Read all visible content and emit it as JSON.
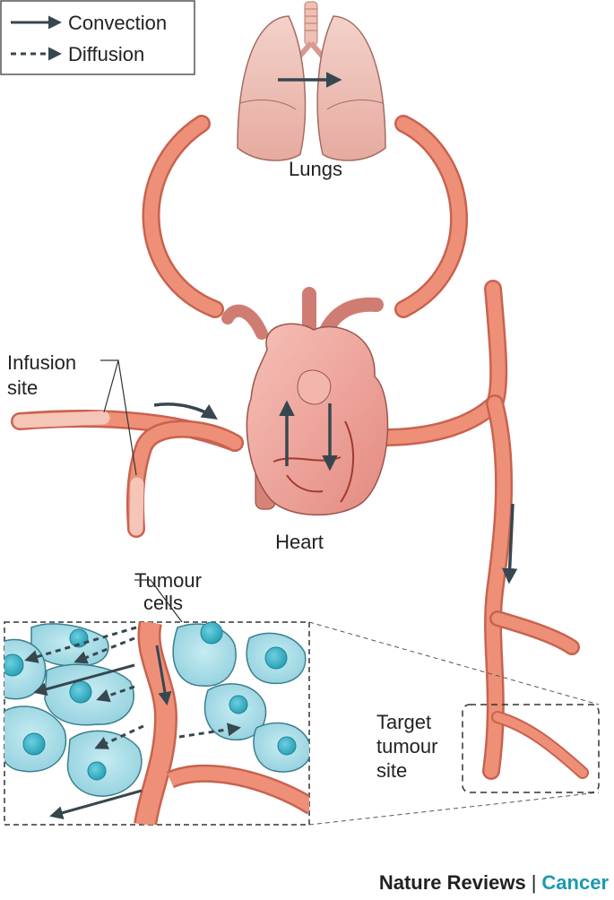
{
  "legend": {
    "convection_label": "Convection",
    "diffusion_label": "Diffusion"
  },
  "labels": {
    "lungs": "Lungs",
    "heart": "Heart",
    "infusion_line1": "Infusion",
    "infusion_line2": "site",
    "tumour_cells_line1": "Tumour",
    "tumour_cells_line2": "cells",
    "target_line1": "Target",
    "target_line2": "tumour",
    "target_line3": "site"
  },
  "footer": {
    "brand": "Nature Reviews",
    "separator": "|",
    "journal": "Cancer"
  },
  "colors": {
    "vessel": "#e98670",
    "vessel_light": "#f4b2a2",
    "lung": "#f0c6bd",
    "heart": "#ee9c93",
    "cell": "#a6dbe6",
    "nucleus": "#3fb4c8",
    "arrow": "#37474f",
    "journal_accent": "#1a9ab0"
  }
}
